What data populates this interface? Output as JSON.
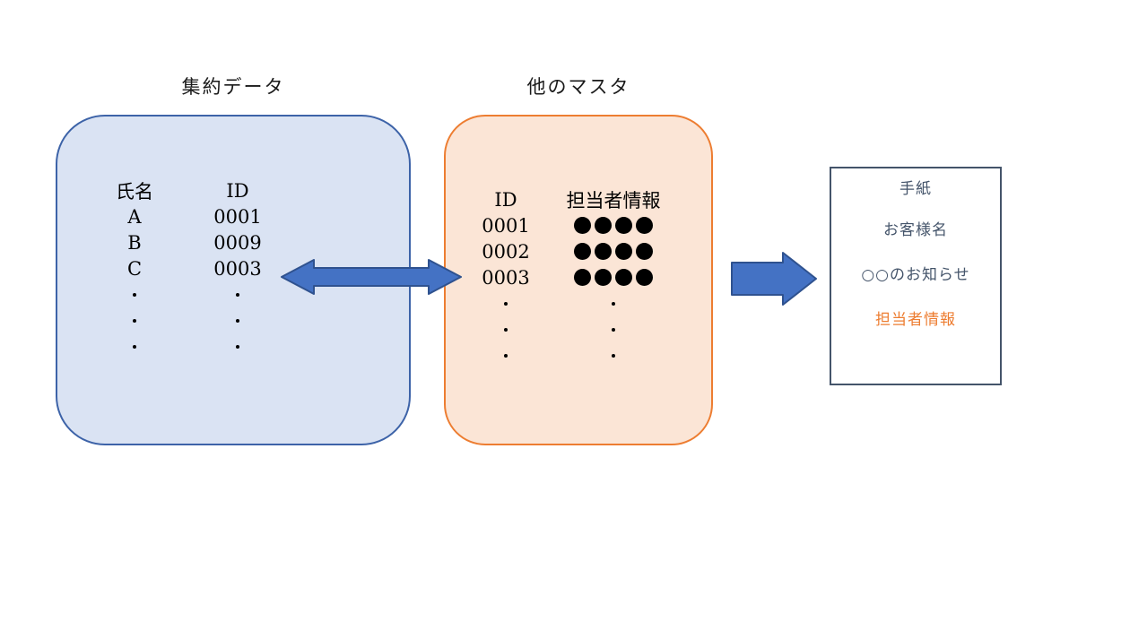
{
  "diagram": {
    "aggregated_data": {
      "title": "集約データ",
      "columns": {
        "col1": "氏名",
        "col2": "ID"
      },
      "rows": [
        {
          "name": "A",
          "id": "0001"
        },
        {
          "name": "B",
          "id": "0009"
        },
        {
          "name": "C",
          "id": "0003"
        }
      ],
      "ellipsis_rows": 3
    },
    "other_master": {
      "title": "他のマスタ",
      "columns": {
        "col1": "ID",
        "col2": "担当者情報"
      },
      "rows": [
        {
          "id": "0001"
        },
        {
          "id": "0002"
        },
        {
          "id": "0003"
        }
      ],
      "masked_dots_per_row": 4,
      "ellipsis_rows": 3
    },
    "letter": {
      "title": "手紙",
      "lines": [
        "お客様名",
        "○○のお知らせ",
        "担当者情報"
      ]
    },
    "colors": {
      "agg_fill": "#dae3f3",
      "agg_border": "#3d63a8",
      "master_fill": "#fbe5d6",
      "master_border": "#ed7d31",
      "letter_border": "#44546a",
      "letter_text": "#44546a",
      "letter_accent": "#ed7d31",
      "arrow_fill": "#4472c4",
      "arrow_stroke": "#2f528f",
      "table_text": "#000000",
      "background": "#ffffff"
    }
  }
}
